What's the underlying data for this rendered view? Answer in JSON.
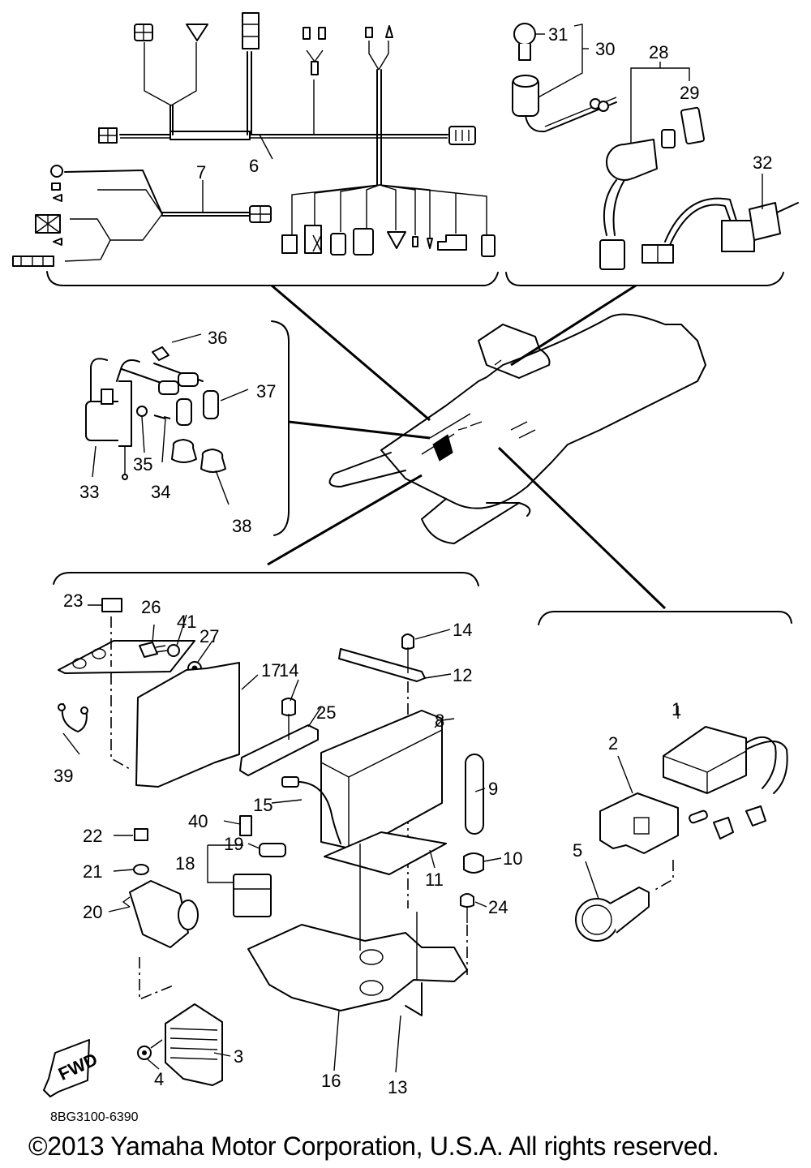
{
  "diagram": {
    "title": "Electrical parts diagram (snowmobile)",
    "groups": {
      "wire_harness": [
        "6",
        "7"
      ],
      "handlebar_switches": [
        "28",
        "29",
        "30",
        "31",
        "32"
      ],
      "ignition": [
        "33",
        "34",
        "35",
        "36",
        "37",
        "38"
      ],
      "electrical_box": [
        "3",
        "4",
        "8",
        "9",
        "10",
        "11",
        "12",
        "13",
        "14",
        "15",
        "16",
        "17",
        "18",
        "19",
        "20",
        "21",
        "22",
        "23",
        "24",
        "25",
        "26",
        "27",
        "39",
        "40",
        "41"
      ],
      "cdi_unit": [
        "1",
        "2",
        "5"
      ]
    },
    "labels": {
      "p1": "1",
      "p2": "2",
      "p3": "3",
      "p4": "4",
      "p5": "5",
      "p6": "6",
      "p7": "7",
      "p8": "8",
      "p9": "9",
      "p10": "10",
      "p11": "11",
      "p12": "12",
      "p13": "13",
      "p14a": "14",
      "p14b": "14",
      "p15": "15",
      "p16": "16",
      "p17": "17",
      "p18": "18",
      "p19": "19",
      "p20": "20",
      "p21": "21",
      "p22": "22",
      "p23": "23",
      "p24": "24",
      "p25": "25",
      "p26": "26",
      "p27": "27",
      "p28": "28",
      "p29": "29",
      "p30": "30",
      "p31": "31",
      "p32": "32",
      "p33": "33",
      "p34": "34",
      "p35": "35",
      "p36": "36",
      "p37": "37",
      "p38": "38",
      "p39": "39",
      "p40": "40",
      "p41": "41"
    },
    "fwd_arrow_label": "FWD"
  },
  "footer": {
    "drawing_code": "8BG3100-6390",
    "copyright": "©2013 Yamaha Motor Corporation, U.S.A. All rights reserved."
  }
}
